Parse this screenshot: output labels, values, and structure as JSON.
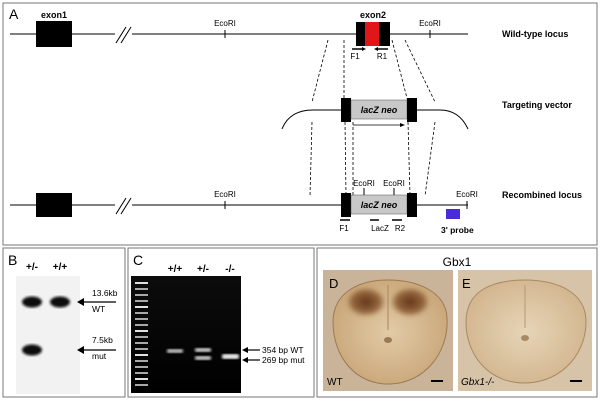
{
  "panelA": {
    "letter": "A",
    "exon1": "exon1",
    "exon2": "exon2",
    "ecori": "EcoRI",
    "f1": "F1",
    "r1": "R1",
    "r2": "R2",
    "lacz": "LacZ",
    "cassette": "lacZ neo",
    "wildtype": "Wild-type locus",
    "vector": "Targeting vector",
    "recombined": "Recombined locus",
    "probe": "3' probe",
    "colors": {
      "exon": "#000000",
      "exon2_core": "#e0161b",
      "cassette": "#c8c8c8",
      "probe": "#4b2bd8"
    }
  },
  "panelB": {
    "letter": "B",
    "lane1": "+/-",
    "lane2": "+/+",
    "band1_size": "13.6kb",
    "band1_label": "WT",
    "band2_size": "7.5kb",
    "band2_label": "mut"
  },
  "panelC": {
    "letter": "C",
    "lane1": "+/+",
    "lane2": "+/-",
    "lane3": "-/-",
    "band1": "354 bp WT",
    "band2": "269 bp mut"
  },
  "panelDE": {
    "title": "Gbx1",
    "d_letter": "D",
    "e_letter": "E",
    "d_label": "WT",
    "e_label": "Gbx1-/-"
  }
}
